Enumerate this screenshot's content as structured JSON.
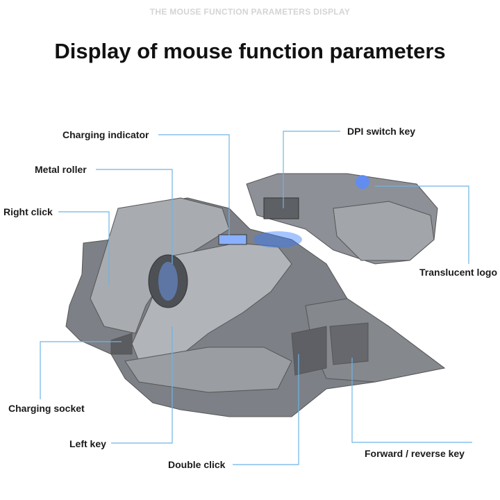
{
  "header": {
    "subtitle": "THE MOUSE FUNCTION PARAMETERS DISPLAY",
    "title": "Display of mouse function parameters"
  },
  "labels": {
    "charging_indicator": "Charging indicator",
    "metal_roller": "Metal roller",
    "right_click": "Right click",
    "charging_socket": "Charging socket",
    "left_key": "Left key",
    "double_click": "Double click",
    "dpi_switch": "DPI switch key",
    "translucent_logo": "Translucent logo",
    "forward_reverse": "Forward / reverse key"
  },
  "colors": {
    "callout_line": "#6fb3e6",
    "mouse_body": "#8a8c90",
    "led": "#3a7cff"
  }
}
